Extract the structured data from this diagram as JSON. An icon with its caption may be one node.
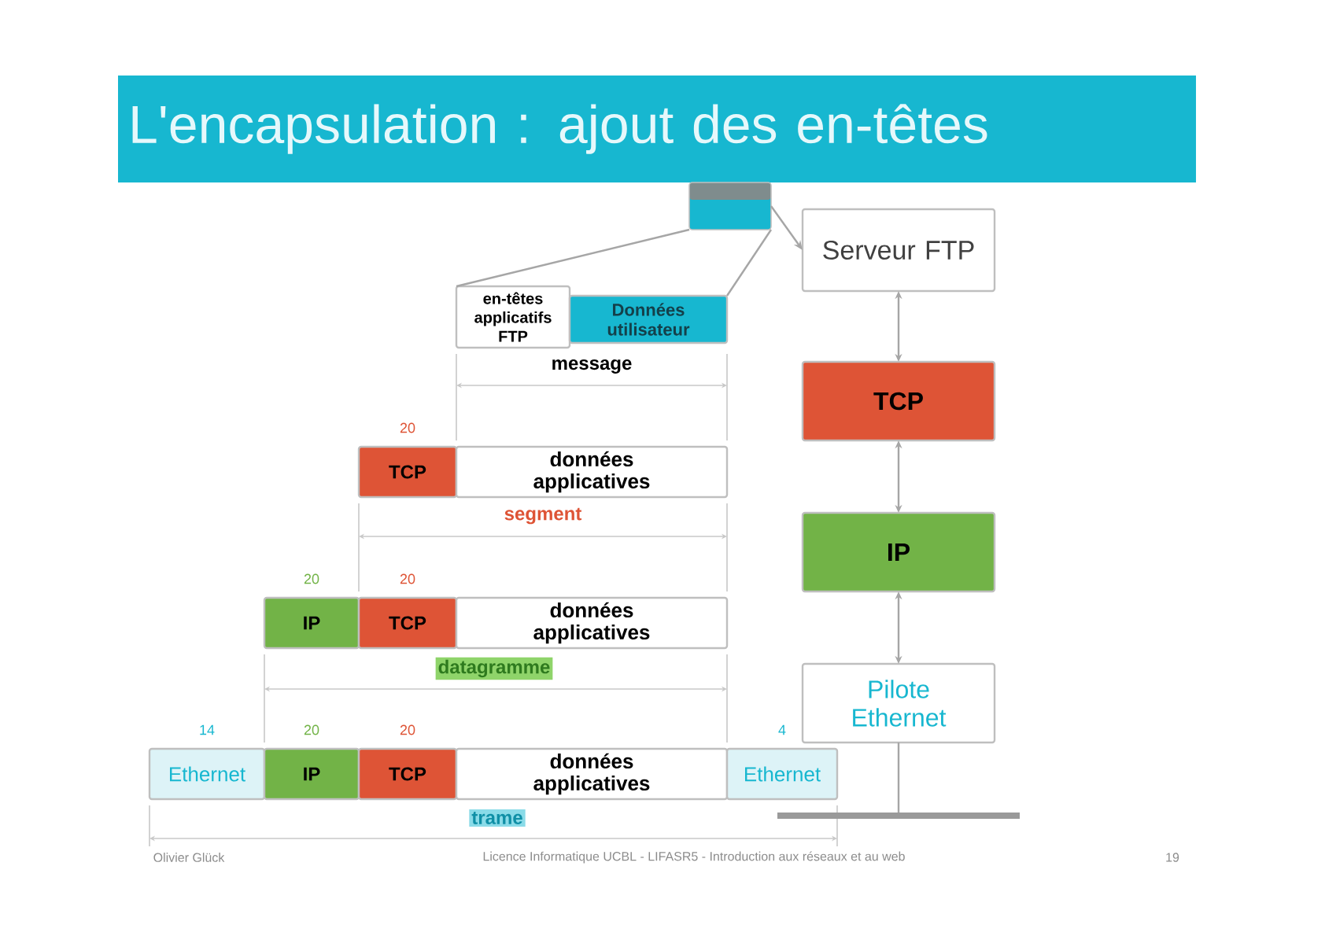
{
  "diagram": {
    "title": "L'encapsulation : ajout des en-têtes",
    "nodes": [
      {
        "text": [],
        "shape": "box"
      },
      {
        "text": [
          "en-têtes applicatifs FTP"
        ]
      },
      {
        "text": [
          "Données utilisateur"
        ]
      },
      {
        "text": [
          "TCP"
        ],
        "beside": [
          "20"
        ]
      },
      {
        "text": [
          "données applicatives"
        ]
      },
      {
        "text": [
          "IP"
        ],
        "beside": [
          "20"
        ]
      },
      {
        "text": [
          "TCP"
        ],
        "beside": [
          "20"
        ]
      },
      {
        "text": [
          "données applicatives"
        ]
      },
      {
        "text": [
          "Ethernet"
        ],
        "beside": [
          "14"
        ]
      },
      {
        "text": [
          "IP"
        ],
        "beside": [
          "20"
        ]
      },
      {
        "text": [
          "TCP"
        ],
        "beside": [
          "20"
        ]
      },
      {
        "text": [
          "données applicatives"
        ]
      },
      {
        "text": [
          "Ethernet"
        ],
        "beside": [
          "4"
        ]
      },
      {
        "text": [
          "Serveur FTP"
        ]
      },
      {
        "text": [
          "TCP"
        ]
      },
      {
        "text": [
          "IP"
        ]
      },
      {
        "text": [
          "Pilote Ethernet"
        ]
      },
      {
        "text": [],
        "shape": "line"
      }
    ],
    "edges": [
      {
        "from": 0,
        "to": 1,
        "arrow": "none"
      },
      {
        "from": 0,
        "to": 2,
        "arrow": "none"
      },
      {
        "from": 0,
        "to": 13,
        "arrow": "to"
      },
      {
        "from": 13,
        "to": 14,
        "arrow": "both"
      },
      {
        "from": 14,
        "to": 15,
        "arrow": "both"
      },
      {
        "from": 15,
        "to": 16,
        "arrow": "both"
      },
      {
        "from": 16,
        "to": 17,
        "arrow": "none"
      }
    ],
    "labels": [
      "message",
      "segment",
      "datagramme",
      "trame",
      "Olivier Glück",
      "Licence Informatique UCBL - LIFASR5 - Introduction aux réseaux et au web",
      "19"
    ]
  }
}
